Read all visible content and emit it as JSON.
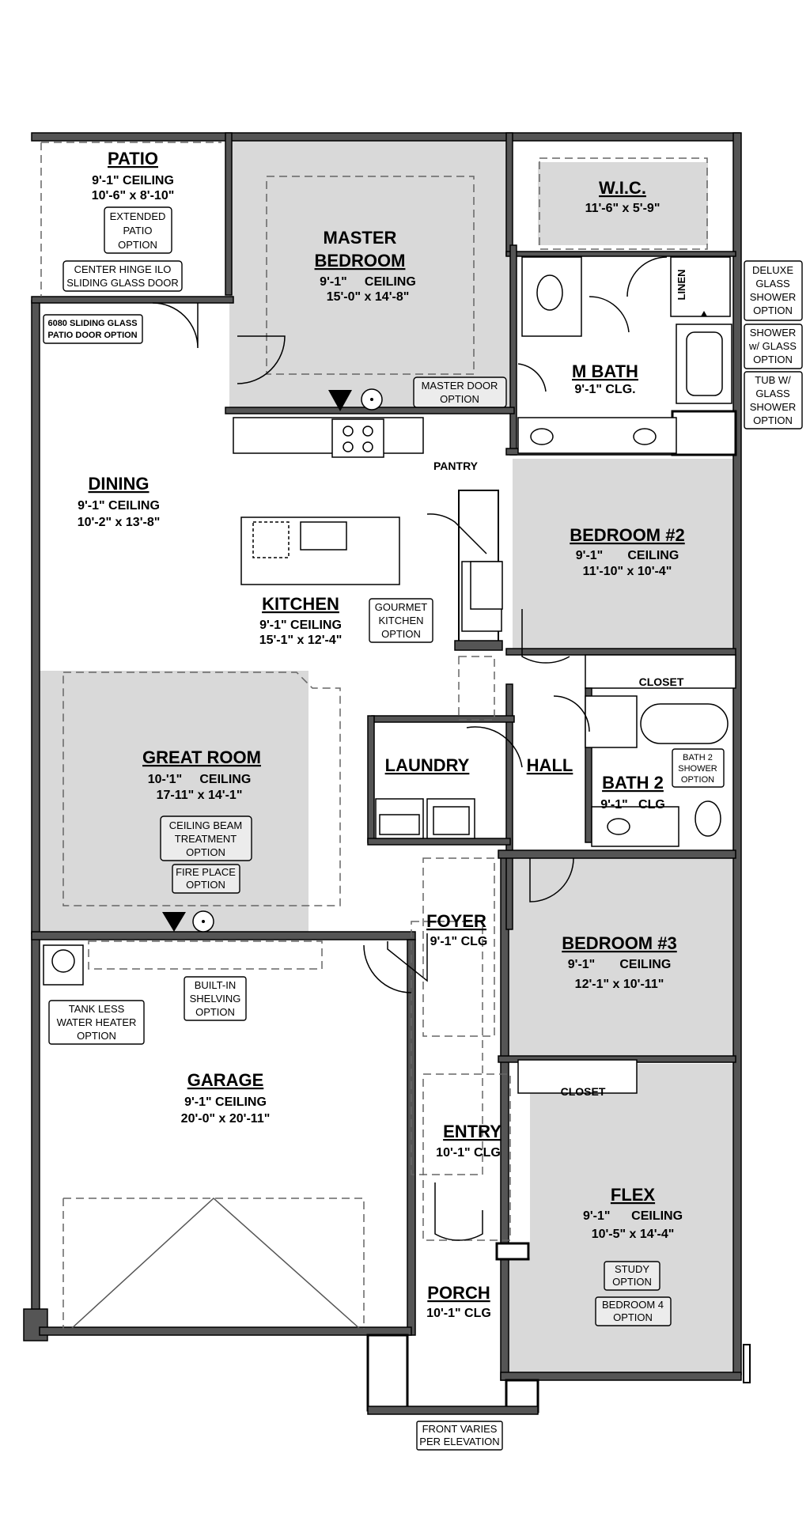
{
  "rooms": {
    "patio": {
      "name": "PATIO",
      "l1": "9'-1\" CEILING",
      "l2": "10'-6\" x 8'-10\""
    },
    "master": {
      "name1": "MASTER",
      "name2": "BEDROOM",
      "l1": "9'-1\"     CEILING",
      "l2": "15'-0\" x 14'-8\""
    },
    "wic": {
      "name": "W.I.C.",
      "l1": "11'-6\" x 5'-9\""
    },
    "mbath": {
      "name": "M BATH",
      "l1": "9'-1\" CLG."
    },
    "linen": {
      "name": "LINEN"
    },
    "pantry": {
      "name": "PANTRY"
    },
    "dining": {
      "name": "DINING",
      "l1": "9'-1\" CEILING",
      "l2": "10'-2\" x 13'-8\""
    },
    "kitchen": {
      "name": "KITCHEN",
      "l1": "9'-1\" CEILING",
      "l2": "15'-1\" x 12'-4\""
    },
    "bed2": {
      "name": "BEDROOM #2",
      "l1": "9'-1\"       CEILING",
      "l2": "11'-10\" x 10'-4\""
    },
    "closet1": {
      "name": "CLOSET"
    },
    "great": {
      "name": "GREAT ROOM",
      "l1": "10-'1\"     CEILING",
      "l2": "17-11\" x 14'-1\""
    },
    "laundry": {
      "name": "LAUNDRY"
    },
    "hall": {
      "name": "HALL"
    },
    "bath2": {
      "name": "BATH 2",
      "l1": "9'-1\"   CLG"
    },
    "foyer": {
      "name": "FOYER",
      "l1": "9'-1\" CLG"
    },
    "bed3": {
      "name": "BEDROOM #3",
      "l1": "9'-1\"       CEILING",
      "l2": "12'-1\" x 10'-11\""
    },
    "garage": {
      "name": "GARAGE",
      "l1": "9'-1\" CEILING",
      "l2": "20'-0\" x 20'-11\""
    },
    "closet2": {
      "name": "CLOSET"
    },
    "entry": {
      "name": "ENTRY",
      "l1": "10'-1\" CLG"
    },
    "flex": {
      "name": "FLEX",
      "l1": "9'-1\"      CEILING",
      "l2": "10'-5\" x 14'-4\""
    },
    "porch": {
      "name": "PORCH",
      "l1": "10'-1\" CLG"
    }
  },
  "options": {
    "ext_patio": [
      "EXTENDED",
      "PATIO",
      "OPTION"
    ],
    "center_hinge": [
      "CENTER HINGE ILO",
      "SLIDING GLASS DOOR"
    ],
    "sliding_6080": [
      "6080 SLIDING GLASS",
      "PATIO DOOR OPTION"
    ],
    "master_door": [
      "MASTER DOOR",
      "OPTION"
    ],
    "deluxe_shower": [
      "DELUXE",
      "GLASS",
      "SHOWER",
      "OPTION"
    ],
    "shower_glass": [
      "SHOWER",
      "w/ GLASS",
      "OPTION"
    ],
    "tub_glass": [
      "TUB W/",
      "GLASS",
      "SHOWER",
      "OPTION"
    ],
    "gourmet": [
      "GOURMET",
      "KITCHEN",
      "OPTION"
    ],
    "ceiling_beam": [
      "CEILING BEAM",
      "TREATMENT",
      "OPTION"
    ],
    "fireplace": [
      "FIRE PLACE",
      "OPTION"
    ],
    "bath2_shower": [
      "BATH 2",
      "SHOWER",
      "OPTION"
    ],
    "builtin": [
      "BUILT-IN",
      "SHELVING",
      "OPTION"
    ],
    "tankless": [
      "TANK LESS",
      "WATER HEATER",
      "OPTION"
    ],
    "study": [
      "STUDY",
      "OPTION"
    ],
    "bed4": [
      "BEDROOM 4",
      "OPTION"
    ],
    "front": [
      "FRONT VARIES",
      "PER ELEVATION"
    ]
  }
}
